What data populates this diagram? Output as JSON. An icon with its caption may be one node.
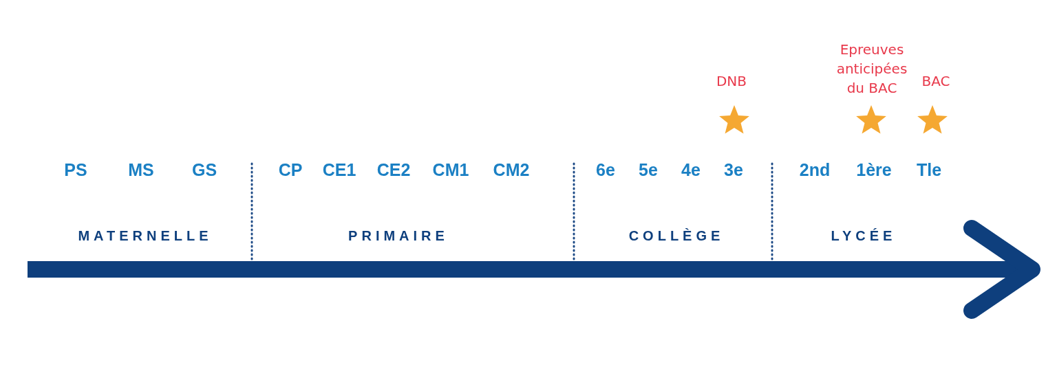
{
  "diagram": {
    "labels": [
      "DNB",
      "Epreuves anticipées du BAC",
      "BAC",
      "PS",
      "MS",
      "GS",
      "CP",
      "CE1",
      "CE2",
      "CM1",
      "CM2",
      "6e",
      "5e",
      "4e",
      "3e",
      "2nd",
      "1ère",
      "Tle",
      "MATERNELLE",
      "PRIMAIRE",
      "COLLÈGE",
      "LYCÉE"
    ]
  }
}
